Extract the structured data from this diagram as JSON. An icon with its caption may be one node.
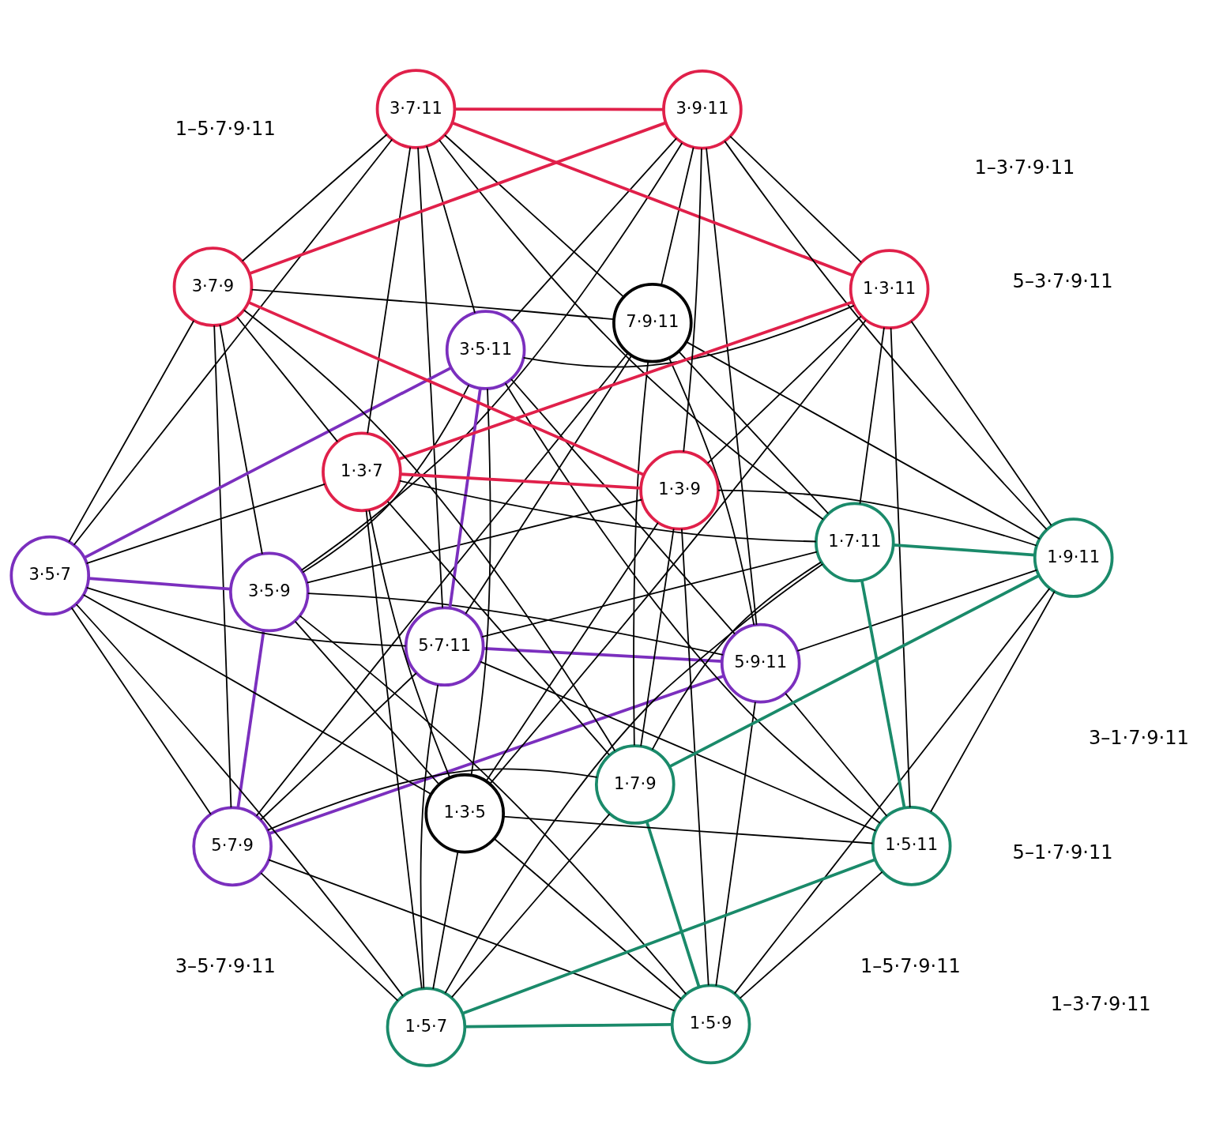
{
  "diagram": {
    "nodes": [
      {
        "text": [
          "5·7·9"
        ]
      },
      {
        "text": [
          "5·9·11"
        ]
      },
      {
        "text": [
          "1·5·9"
        ]
      },
      {
        "text": [
          "3·5·9"
        ]
      },
      {
        "text": [
          "1·5·7"
        ]
      },
      {
        "text": [
          "5·7·11"
        ]
      },
      {
        "text": [
          "3·5·7"
        ]
      },
      {
        "text": [
          "1·5·11"
        ]
      },
      {
        "text": [
          "3·5·11"
        ]
      },
      {
        "text": [
          "7·9·11"
        ]
      },
      {
        "text": [
          "1·3·5"
        ]
      },
      {
        "text": [
          "1·7·11"
        ]
      },
      {
        "text": [
          "3·7·11"
        ]
      },
      {
        "text": [
          "1·9·11"
        ]
      },
      {
        "text": [
          "1·3·11"
        ]
      },
      {
        "text": [
          "3·9·11"
        ]
      },
      {
        "text": [
          "1·7·9"
        ]
      },
      {
        "text": [
          "3·7·9"
        ]
      },
      {
        "text": [
          "1·3·7"
        ]
      },
      {
        "text": [
          "1·3·9"
        ]
      }
    ],
    "edges": [
      {
        "from": 0,
        "to": 1,
        "arrow": "none",
        "color": "#7b2fbe"
      },
      {
        "from": 0,
        "to": 2,
        "arrow": "none"
      },
      {
        "from": 0,
        "to": 3,
        "arrow": "none",
        "color": "#7b2fbe"
      },
      {
        "from": 0,
        "to": 4,
        "arrow": "none"
      },
      {
        "from": 0,
        "to": 5,
        "arrow": "none"
      },
      {
        "from": 0,
        "to": 6,
        "arrow": "none"
      },
      {
        "from": 0,
        "to": 9,
        "arrow": "none"
      },
      {
        "from": 0,
        "to": 16,
        "arrow": "none"
      },
      {
        "from": 0,
        "to": 17,
        "arrow": "none"
      },
      {
        "from": 1,
        "to": 2,
        "arrow": "none"
      },
      {
        "from": 1,
        "to": 3,
        "arrow": "none"
      },
      {
        "from": 1,
        "to": 5,
        "arrow": "none",
        "color": "#7b2fbe"
      },
      {
        "from": 1,
        "to": 7,
        "arrow": "none"
      },
      {
        "from": 1,
        "to": 8,
        "arrow": "none"
      },
      {
        "from": 1,
        "to": 9,
        "arrow": "none"
      },
      {
        "from": 1,
        "to": 13,
        "arrow": "none"
      },
      {
        "from": 1,
        "to": 15,
        "arrow": "none"
      },
      {
        "from": 2,
        "to": 3,
        "arrow": "none"
      },
      {
        "from": 2,
        "to": 4,
        "arrow": "none",
        "color": "#1a8a6a"
      },
      {
        "from": 2,
        "to": 7,
        "arrow": "none"
      },
      {
        "from": 2,
        "to": 10,
        "arrow": "none"
      },
      {
        "from": 2,
        "to": 13,
        "arrow": "none"
      },
      {
        "from": 2,
        "to": 16,
        "arrow": "none",
        "color": "#1a8a6a"
      },
      {
        "from": 2,
        "to": 19,
        "arrow": "none"
      },
      {
        "from": 3,
        "to": 6,
        "arrow": "none",
        "color": "#7b2fbe"
      },
      {
        "from": 3,
        "to": 8,
        "arrow": "none"
      },
      {
        "from": 3,
        "to": 10,
        "arrow": "none"
      },
      {
        "from": 3,
        "to": 15,
        "arrow": "none"
      },
      {
        "from": 3,
        "to": 17,
        "arrow": "none"
      },
      {
        "from": 3,
        "to": 19,
        "arrow": "none"
      },
      {
        "from": 4,
        "to": 5,
        "arrow": "none"
      },
      {
        "from": 4,
        "to": 6,
        "arrow": "none"
      },
      {
        "from": 4,
        "to": 7,
        "arrow": "none",
        "color": "#1a8a6a"
      },
      {
        "from": 4,
        "to": 10,
        "arrow": "none"
      },
      {
        "from": 4,
        "to": 11,
        "arrow": "none"
      },
      {
        "from": 4,
        "to": 16,
        "arrow": "none"
      },
      {
        "from": 4,
        "to": 18,
        "arrow": "none"
      },
      {
        "from": 5,
        "to": 6,
        "arrow": "none"
      },
      {
        "from": 5,
        "to": 7,
        "arrow": "none"
      },
      {
        "from": 5,
        "to": 8,
        "arrow": "none",
        "color": "#7b2fbe"
      },
      {
        "from": 5,
        "to": 9,
        "arrow": "none"
      },
      {
        "from": 5,
        "to": 11,
        "arrow": "none"
      },
      {
        "from": 5,
        "to": 12,
        "arrow": "none"
      },
      {
        "from": 6,
        "to": 8,
        "arrow": "none",
        "color": "#7b2fbe"
      },
      {
        "from": 6,
        "to": 10,
        "arrow": "none"
      },
      {
        "from": 6,
        "to": 12,
        "arrow": "none"
      },
      {
        "from": 6,
        "to": 17,
        "arrow": "none"
      },
      {
        "from": 6,
        "to": 18,
        "arrow": "none"
      },
      {
        "from": 7,
        "to": 8,
        "arrow": "none"
      },
      {
        "from": 7,
        "to": 10,
        "arrow": "none"
      },
      {
        "from": 7,
        "to": 11,
        "arrow": "none",
        "color": "#1a8a6a"
      },
      {
        "from": 7,
        "to": 13,
        "arrow": "none"
      },
      {
        "from": 7,
        "to": 14,
        "arrow": "none"
      },
      {
        "from": 8,
        "to": 10,
        "arrow": "none"
      },
      {
        "from": 8,
        "to": 12,
        "arrow": "none"
      },
      {
        "from": 8,
        "to": 14,
        "arrow": "none"
      },
      {
        "from": 8,
        "to": 15,
        "arrow": "none"
      },
      {
        "from": 9,
        "to": 11,
        "arrow": "none"
      },
      {
        "from": 9,
        "to": 12,
        "arrow": "none"
      },
      {
        "from": 9,
        "to": 13,
        "arrow": "none"
      },
      {
        "from": 9,
        "to": 15,
        "arrow": "none"
      },
      {
        "from": 9,
        "to": 16,
        "arrow": "none"
      },
      {
        "from": 9,
        "to": 17,
        "arrow": "none"
      },
      {
        "from": 10,
        "to": 14,
        "arrow": "none"
      },
      {
        "from": 10,
        "to": 18,
        "arrow": "none"
      },
      {
        "from": 10,
        "to": 19,
        "arrow": "none"
      },
      {
        "from": 11,
        "to": 12,
        "arrow": "none"
      },
      {
        "from": 11,
        "to": 13,
        "arrow": "none",
        "color": "#1a8a6a"
      },
      {
        "from": 11,
        "to": 14,
        "arrow": "none"
      },
      {
        "from": 11,
        "to": 16,
        "arrow": "none"
      },
      {
        "from": 11,
        "to": 18,
        "arrow": "none"
      },
      {
        "from": 12,
        "to": 14,
        "arrow": "none",
        "color": "#e0204a"
      },
      {
        "from": 12,
        "to": 15,
        "arrow": "none",
        "color": "#e0204a"
      },
      {
        "from": 12,
        "to": 17,
        "arrow": "none"
      },
      {
        "from": 12,
        "to": 18,
        "arrow": "none"
      },
      {
        "from": 13,
        "to": 14,
        "arrow": "none"
      },
      {
        "from": 13,
        "to": 15,
        "arrow": "none"
      },
      {
        "from": 13,
        "to": 16,
        "arrow": "none",
        "color": "#1a8a6a"
      },
      {
        "from": 13,
        "to": 19,
        "arrow": "none"
      },
      {
        "from": 14,
        "to": 15,
        "arrow": "none"
      },
      {
        "from": 14,
        "to": 18,
        "arrow": "none",
        "color": "#e0204a"
      },
      {
        "from": 14,
        "to": 19,
        "arrow": "none"
      },
      {
        "from": 15,
        "to": 17,
        "arrow": "none",
        "color": "#e0204a"
      },
      {
        "from": 15,
        "to": 19,
        "arrow": "none"
      },
      {
        "from": 16,
        "to": 17,
        "arrow": "none"
      },
      {
        "from": 16,
        "to": 18,
        "arrow": "none"
      },
      {
        "from": 16,
        "to": 19,
        "arrow": "none"
      },
      {
        "from": 17,
        "to": 18,
        "arrow": "none"
      },
      {
        "from": 17,
        "to": 19,
        "arrow": "none",
        "color": "#e0204a"
      },
      {
        "from": 18,
        "to": 19,
        "arrow": "none",
        "color": "#e0204a"
      }
    ],
    "labels": [
      "1–3·7·9·11",
      "1–5·7·9·11",
      "5–1·7·9·11",
      "5–3·7·9·11",
      "1–5·7·9·11",
      "3–5·7·9·11",
      "1–3·7·9·11",
      "3–1·7·9·11"
    ]
  }
}
